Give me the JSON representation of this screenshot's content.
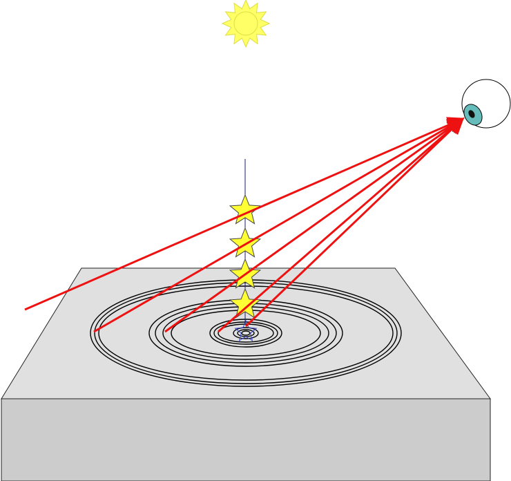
{
  "diagram": {
    "elements": [
      {
        "name": "sun",
        "kind": "light-source"
      },
      {
        "name": "eye",
        "kind": "observer"
      },
      {
        "name": "surface-block",
        "kind": "gray-slab"
      },
      {
        "name": "concentric-rings",
        "kind": "ring-pattern",
        "ring_count": 13
      },
      {
        "name": "vertical-axis",
        "kind": "line"
      },
      {
        "name": "stars",
        "kind": "point-images",
        "count": 4
      },
      {
        "name": "reflection-rays",
        "kind": "red-arrows",
        "count": 5
      }
    ],
    "colors": {
      "ray": "#ee1111",
      "star_fill": "#ffff33",
      "star_stroke": "#444444",
      "sun_fill": "#ffff66",
      "sun_stroke": "#dddd44",
      "block_top": "#e0e0e0",
      "block_front": "#cccccc",
      "eye_iris": "#66bbbb",
      "axis": "#1a1a66",
      "small_star": "#3344cc"
    },
    "icons": {
      "sun": "sun-icon",
      "eye": "eye-icon",
      "star": "star-icon"
    }
  }
}
